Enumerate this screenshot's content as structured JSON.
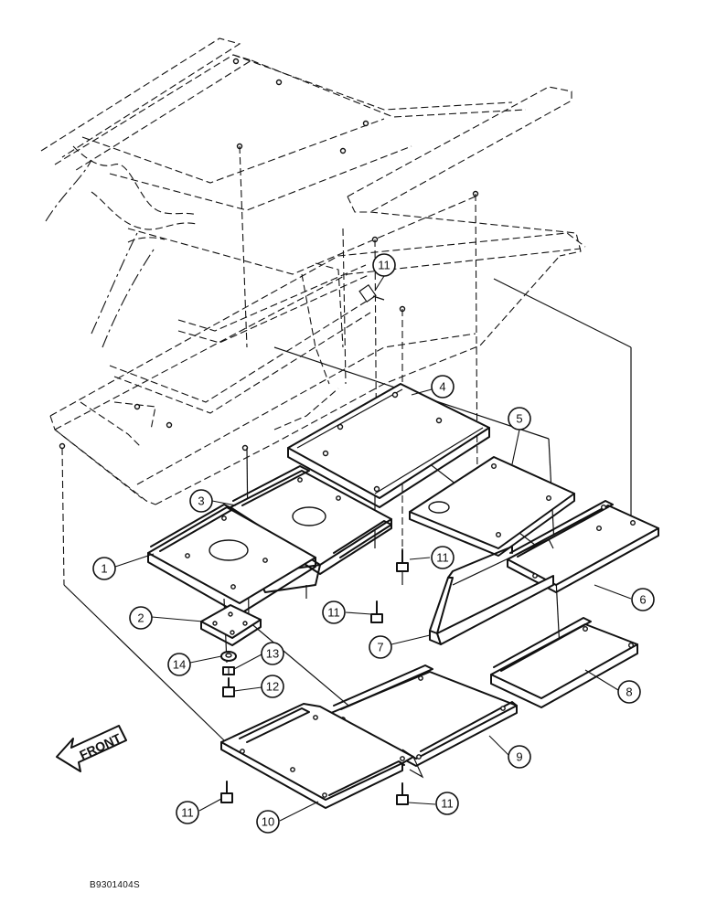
{
  "direction_label": "FRONT",
  "drawing_code": "B9301404S",
  "callouts": [
    {
      "id": "c11a",
      "number": "11"
    },
    {
      "id": "c4",
      "number": "4"
    },
    {
      "id": "c5",
      "number": "5"
    },
    {
      "id": "c3",
      "number": "3"
    },
    {
      "id": "c1",
      "number": "1"
    },
    {
      "id": "c11b",
      "number": "11"
    },
    {
      "id": "c11c",
      "number": "11"
    },
    {
      "id": "c6",
      "number": "6"
    },
    {
      "id": "c2",
      "number": "2"
    },
    {
      "id": "c7",
      "number": "7"
    },
    {
      "id": "c14",
      "number": "14"
    },
    {
      "id": "c13",
      "number": "13"
    },
    {
      "id": "c12",
      "number": "12"
    },
    {
      "id": "c8",
      "number": "8"
    },
    {
      "id": "c9",
      "number": "9"
    },
    {
      "id": "c11d",
      "number": "11"
    },
    {
      "id": "c10",
      "number": "10"
    },
    {
      "id": "c11e",
      "number": "11"
    }
  ]
}
